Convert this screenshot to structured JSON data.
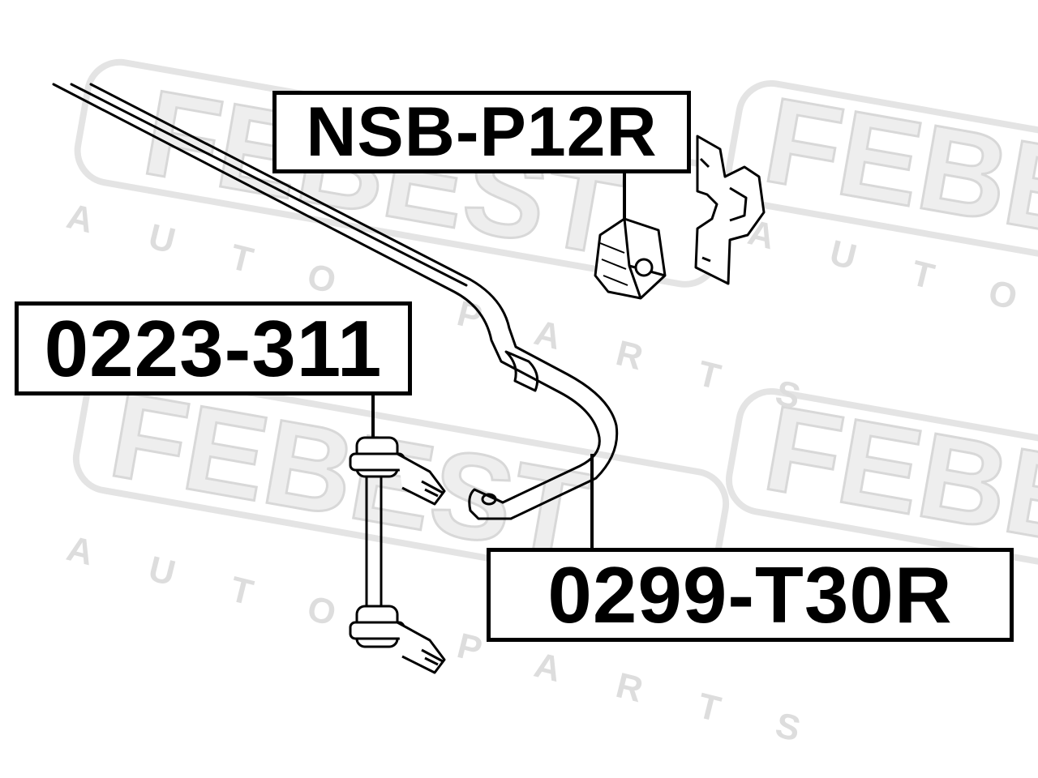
{
  "watermark": {
    "brand": "FEBEST",
    "tagline": "AUTO PARTS",
    "color": "#e4e4e4"
  },
  "labels": {
    "stabilizer_bushing": "NSB-P12R",
    "stabilizer_link": "0223-311",
    "stabilizer_bar": "0299-T30R"
  },
  "colors": {
    "ink": "#000000",
    "background": "#ffffff"
  }
}
